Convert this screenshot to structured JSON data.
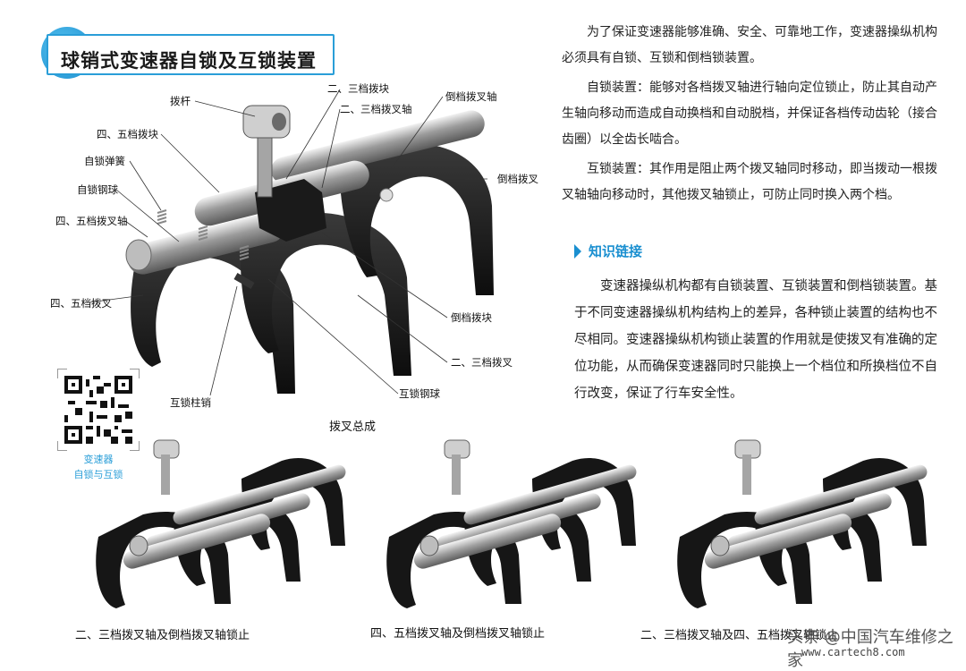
{
  "title": "球销式变速器自锁及互锁装置",
  "paragraphs": [
    "为了保证变速器能够准确、安全、可靠地工作，变速器操纵机构必须具有自锁、互锁和倒档锁装置。",
    "自锁装置：能够对各档拨叉轴进行轴向定位锁止，防止其自动产生轴向移动而造成自动换档和自动脱档，并保证各档传动齿轮（接合齿圈）以全齿长啮合。",
    "互锁装置：其作用是阻止两个拨叉轴同时移动，即当拨动一根拨叉轴轴向移动时，其他拨叉轴锁止，可防止同时换入两个档。"
  ],
  "link_section": {
    "title": "知识链接",
    "text": "变速器操纵机构都有自锁装置、互锁装置和倒档锁装置。基于不同变速器操纵机构结构上的差异，各种锁止装置的结构也不尽相同。变速器操纵机构锁止装置的作用就是使拨叉有准确的定位功能，从而确保变速器同时只能换上一个档位和所换档位不自行改变，保证了行车安全性。"
  },
  "figure_labels": {
    "lever": "拨杆",
    "block_23": "二、三档拨块",
    "shaft_rev": "倒档拨叉轴",
    "shaft_23": "二、三档拨叉轴",
    "block_45": "四、五档拨块",
    "spring": "自锁弹簧",
    "ball": "自锁钢球",
    "shaft_45": "四、五档拨叉轴",
    "fork_rev": "倒档拨叉",
    "fork_45": "四、五档拨叉",
    "block_rev": "倒档拨块",
    "fork_23": "二、三档拨叉",
    "pin": "互锁柱销",
    "interlock_ball": "互锁钢球",
    "assembly": "拨叉总成"
  },
  "qr_caption": [
    "变速器",
    "自锁与互锁"
  ],
  "captions": [
    "二、三档拨叉轴及倒档拨叉轴锁止",
    "四、五档拨叉轴及倒档拨叉轴锁止",
    "二、三档拨叉轴及四、五档拨叉轴锁止"
  ],
  "watermark": "头条 @中国汽车维修之家",
  "watermark_url": "www.cartech8.com",
  "colors": {
    "accent": "#2a9ed8",
    "fork": "#1b1b1b",
    "shaft": "#c9c9c9"
  }
}
